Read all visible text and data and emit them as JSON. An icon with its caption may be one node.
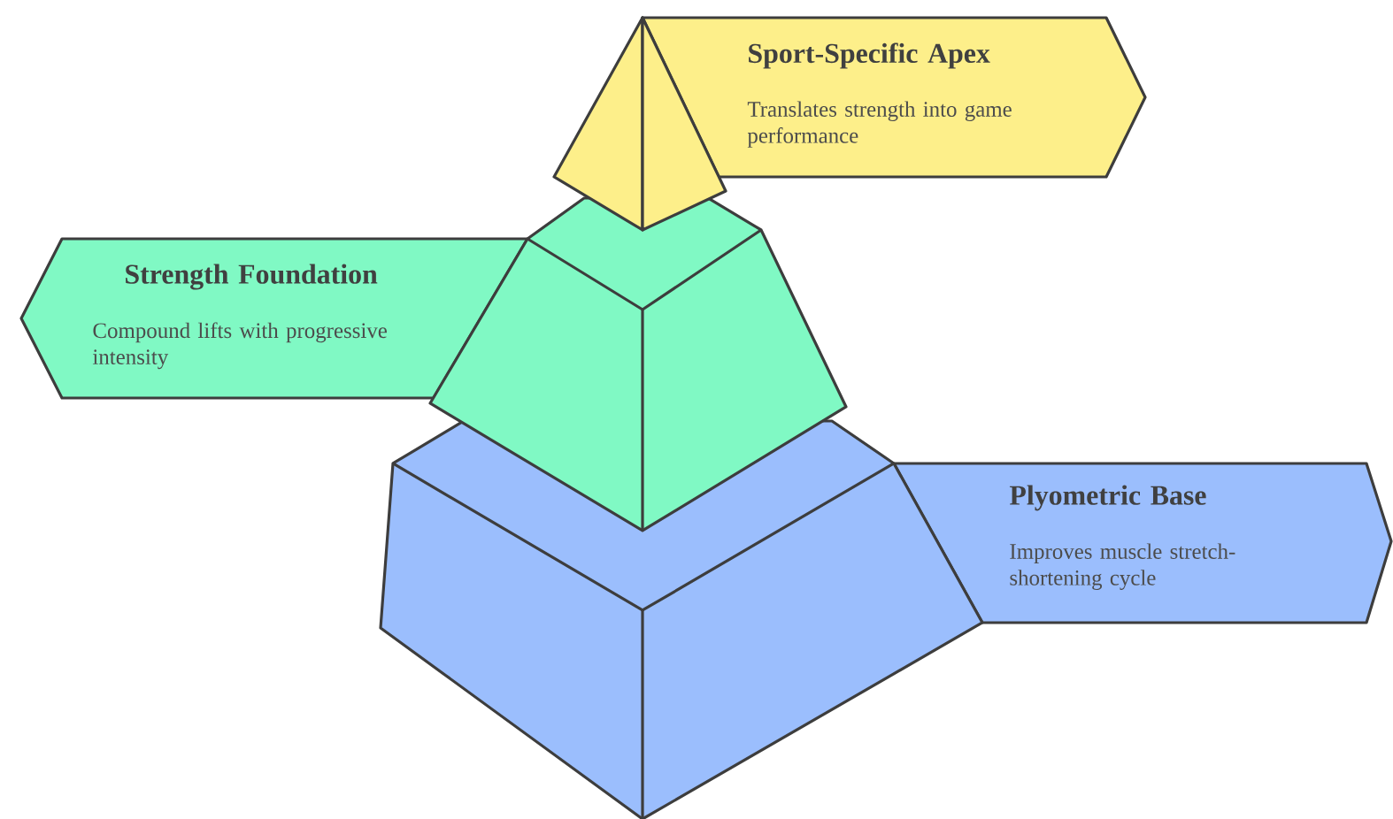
{
  "diagram": {
    "nodes": [
      {
        "text": [
          "Sport-Specific Apex",
          "Translates strength into game performance"
        ]
      },
      {
        "text": [
          "Strength Foundation",
          "Compound lifts with progressive intensity"
        ]
      },
      {
        "text": [
          "Plyometric Base",
          "Improves muscle stretch-shortening cycle"
        ]
      }
    ]
  }
}
